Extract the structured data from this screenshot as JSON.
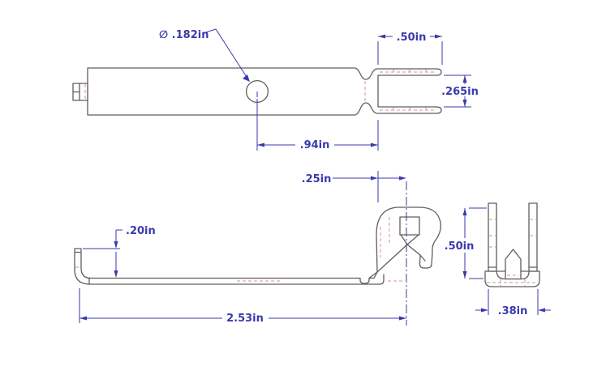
{
  "drawing": {
    "kind": "sheet-metal bracket, 3-view CAD dimension drawing",
    "units": "in",
    "views": {
      "top": {
        "dims": {
          "hole_diameter": {
            "label": "∅ .182in"
          },
          "fork_length": {
            "label": ".50in"
          },
          "fork_gap": {
            "label": ".265in"
          },
          "hole_to_fork": {
            "label": ".94in"
          }
        }
      },
      "side": {
        "dims": {
          "flange_height": {
            "label": ".20in"
          },
          "overall_length": {
            "label": "2.53in"
          },
          "hook_center_offset": {
            "label": ".25in"
          }
        }
      },
      "end": {
        "dims": {
          "channel_height": {
            "label": ".50in"
          },
          "channel_width": {
            "label": ".38in"
          }
        }
      }
    }
  },
  "colors": {
    "background": "#ffffff",
    "outline": "#5f5f5f",
    "dimension": "#3a3aad",
    "bend_line": "#dd8f8f"
  }
}
